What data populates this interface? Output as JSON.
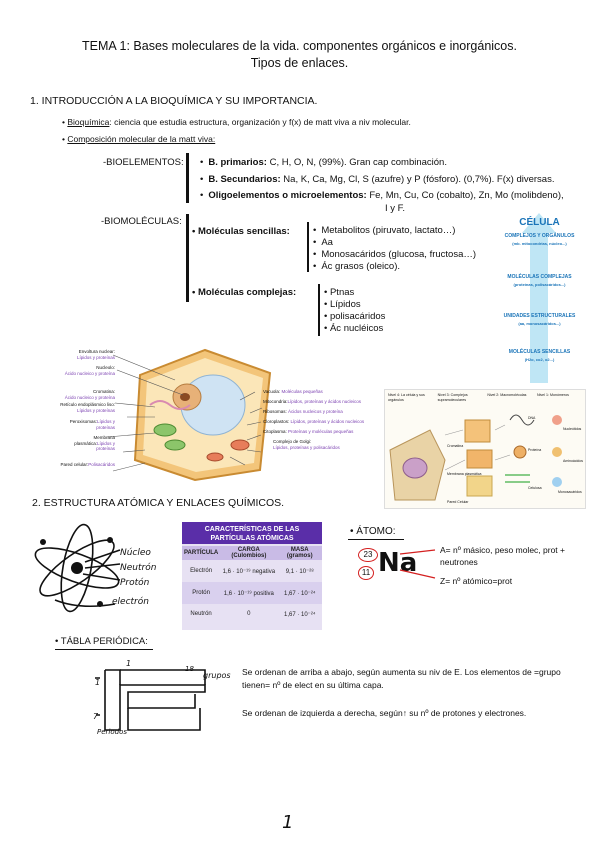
{
  "title": {
    "line1": "TEMA 1: Bases moleculares de la vida. componentes orgánicos e inorgánicos.",
    "line2": "Tipos de enlaces."
  },
  "section1": {
    "heading": "1.   INTRODUCCIÓN A LA BIOQUÍMICA Y SU IMPORTANCIA.",
    "bio_term": "Bioquímica",
    "bio_def": ": ciencia que estudia estructura, organización y f(x) de matt viva a niv molecular.",
    "comp": "Composición molecular de la matt viva:",
    "bioelementos_label": "-BIOELEMENTOS:",
    "bioelementos": [
      {
        "name": "B. primarios:",
        "text": " C, H, O, N, (99%). Gran cap combinación."
      },
      {
        "name": "B. Secundarios:",
        "text": " Na, K, Ca, Mg, Cl, S (azufre) y P (fósforo). (0,7%). F(x) diversas."
      },
      {
        "name": "Oligoelementos o microelementos:",
        "text": " Fe, Mn, Cu, Co (cobalto), Zn, Mo (molibdeno),"
      }
    ],
    "oligo_cont": "I y F.",
    "biomoleculas_label": "-BIOMOLÉCULAS:",
    "sencillas_label": "• Moléculas sencillas:",
    "sencillas": [
      "Metabolitos (piruvato, lactato…)",
      "Aa",
      "Monosacáridos (glucosa, fructosa…)",
      "Ác grasos (oleico)."
    ],
    "complejas_label": "• Moléculas complejas:",
    "complejas": [
      "Ptnas",
      "Lípidos",
      "polisacáridos",
      "Ác nucléicos"
    ]
  },
  "cell_pyramid": {
    "title": "CÉLULA",
    "levels": [
      {
        "name": "COMPLEJOS Y ORGÁNULOS",
        "sub": "(mb. mitocondrias, núcleo...)"
      },
      {
        "name": "MOLÉCULAS COMPLEJAS",
        "sub": "(proteínas, polisacáridos...)"
      },
      {
        "name": "UNIDADES ESTRUCTURALES",
        "sub": "(aa, monosacáridos...)"
      },
      {
        "name": "MOLÉCULAS SENCILLAS",
        "sub": "(H2o, co2, o2...)"
      }
    ]
  },
  "cell_diagram": {
    "left_labels": [
      {
        "t": "Envoltura nuclear:",
        "s": "Lípidos y proteínas"
      },
      {
        "t": "Nucleolo:",
        "s": "Ácido nucleico y proteína"
      },
      {
        "t": "Cromatina:",
        "s": "Ácido nucleico y proteína"
      },
      {
        "t": "Retículo endoplásmico liso:",
        "s": "Lípidos y proteínas"
      },
      {
        "t": "Peroxisomas:",
        "s": "Lípidos y proteínas"
      },
      {
        "t": "Membrana plasmática:",
        "s": "Lípidos y proteínas"
      },
      {
        "t": "Pared celular:",
        "s": "Polisacáridos"
      }
    ],
    "right_labels": [
      {
        "t": "Vacuola:",
        "s": "Moléculas pequeñas"
      },
      {
        "t": "Mitocondria:",
        "s": "Lípidos, proteínas y ácidos nucleicos"
      },
      {
        "t": "Ribosomas:",
        "s": "Ácidos nucleicos y proteína"
      },
      {
        "t": "Cloroplastos:",
        "s": "Lípidos, proteínas y ácidos nucleicos"
      },
      {
        "t": "Citoplasma:",
        "s": "Proteínas y moléculas pequeñas"
      },
      {
        "t": "Complejo de Golgi:",
        "s": "Lípidos, proteínas y polisacáridos"
      }
    ]
  },
  "levels_image": {
    "cols": [
      "Nivel 4: La célula y sus orgánulos",
      "Nivel 3: Complejos supramoleculares",
      "Nivel 2: Macromoléculas",
      "Nivel 1: Monómeros"
    ],
    "items": [
      "Cromatina",
      "Membrana plasmática",
      "Pared Celular",
      "DNA",
      "Proteína",
      "Celulosa",
      "Nucleótidos",
      "Aminoácidos",
      "Monosacáridos"
    ]
  },
  "section2": {
    "heading": "2. ESTRUCTURA ATÓMICA Y ENLACES QUÍMICOS.",
    "atom_labels": [
      "Núcleo",
      "Neutrón",
      "Protón",
      "electrón"
    ],
    "table": {
      "title1": "CARACTERÍSTICAS DE LAS",
      "title2": "PARTÍCULAS ATÓMICAS",
      "headers": [
        "PARTÍCULA",
        "CARGA (Culombios)",
        "MASA (gramos)"
      ],
      "rows": [
        [
          "Electrón",
          "1,6 · 10⁻¹⁹ negativa",
          "9,1 · 10⁻²⁸"
        ],
        [
          "Protón",
          "1,6 · 10⁻¹⁹ positiva",
          "1,67 · 10⁻²⁴"
        ],
        [
          "Neutrón",
          "0",
          "1,67 · 10⁻²⁴"
        ]
      ]
    },
    "atomo_label": "• ÁTOMO:",
    "na_symbol": "Na",
    "na_mass": "23",
    "na_z": "11",
    "a_def": "A= nº másico, peso molec, prot + neutrones",
    "z_def": "Z= nº atómico=prot",
    "tabla_label": "• TÁBLA PERIÓDICA:",
    "pt_labels": {
      "one_top": "1",
      "eighteen": "18",
      "grupos": "grupos",
      "one_left": "1",
      "seven": "7",
      "periodos": "Periodos"
    },
    "grupos_text": "Se ordenan de arriba a abajo, según aumenta su niv de E. Los elementos de =grupo tienen= nº de elect en su última capa.",
    "periodos_text1": "Se ordenan de izquierda a derecha, según",
    "periodos_text2": " su nº de protones y electrones."
  },
  "page_number": "1",
  "colors": {
    "table_header": "#6b3fb6",
    "table_title": "#5a2ea8",
    "pyramid_blue": "#2aa7d8",
    "na_red": "#d42020",
    "cell_orange": "#e59a3d"
  }
}
